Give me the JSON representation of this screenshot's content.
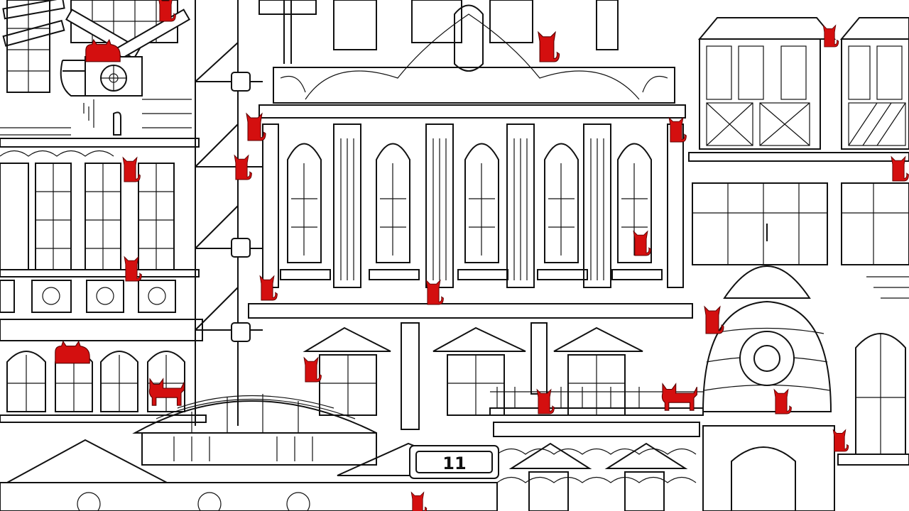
{
  "game": {
    "counter": "11",
    "colors": {
      "cat": "#d40f0f",
      "ink": "#111111",
      "paper": "#ffffff"
    }
  },
  "cats": [
    {
      "name": "cat-top-left-window"
    },
    {
      "name": "cat-on-fan"
    },
    {
      "name": "cat-left-wall-upper"
    },
    {
      "name": "cat-left-wall-lower"
    },
    {
      "name": "cat-arch-window"
    },
    {
      "name": "cat-left-walking"
    },
    {
      "name": "cat-column-left-upper"
    },
    {
      "name": "cat-scaffold"
    },
    {
      "name": "cat-column-left-lower"
    },
    {
      "name": "cat-cornice-top"
    },
    {
      "name": "cat-column-right"
    },
    {
      "name": "cat-window-sill"
    },
    {
      "name": "cat-ledge-center"
    },
    {
      "name": "cat-pediment-left"
    },
    {
      "name": "cat-balcony"
    },
    {
      "name": "cat-balcony-walking"
    },
    {
      "name": "cat-dome-left"
    },
    {
      "name": "cat-dome-bottom"
    },
    {
      "name": "cat-chimney-right"
    },
    {
      "name": "cat-right-roof"
    },
    {
      "name": "cat-right-edge"
    },
    {
      "name": "cat-bottom-center"
    }
  ]
}
